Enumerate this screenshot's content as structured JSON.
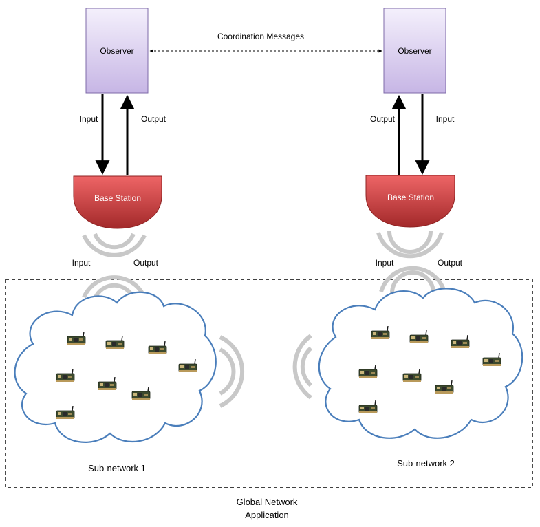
{
  "colors": {
    "observer_fill_top": "#F2EDFB",
    "observer_fill_bottom": "#C9B9E6",
    "observer_stroke": "#7E6AA8",
    "base_station_light": "#E8595A",
    "base_station_dark": "#A92A2B",
    "cloud_stroke": "#4A7EBB",
    "signal_arc": "#C8C8C8",
    "arrow": "#000000"
  },
  "observers": {
    "left_label": "Observer",
    "right_label": "Observer"
  },
  "coordination_label": "Coordination  Messages",
  "links": {
    "left_input": "Input",
    "left_output": "Output",
    "right_output": "Output",
    "right_input": "Input"
  },
  "base_stations": {
    "left_label": "Base Station",
    "right_label": "Base Station"
  },
  "wireless": {
    "left_input": "Input",
    "left_output": "Output",
    "right_input": "Input",
    "right_output": "Output"
  },
  "subnetworks": {
    "left_label": "Sub-network  1",
    "right_label": "Sub-network  2"
  },
  "global_label_line1": "Global Network",
  "global_label_line2": "Application",
  "icons": {
    "sensor_node": "sensor-node-icon",
    "signal": "wireless-signal-icon",
    "cloud": "cloud-icon"
  }
}
